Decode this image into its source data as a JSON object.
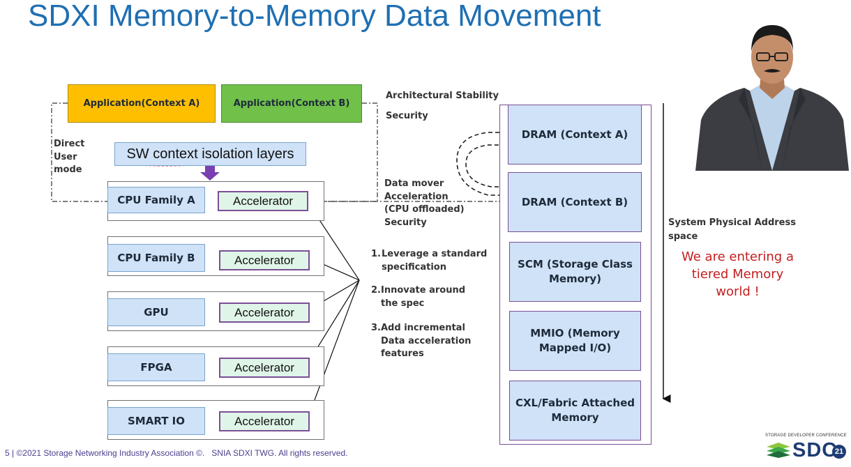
{
  "slide": {
    "title": "SDXI Memory-to-Memory Data Movement",
    "footer_left": "5 | ©2021 Storage Networking Industry Association ©.",
    "footer_right": "SNIA SDXI TWG. All rights reserved."
  },
  "apps": {
    "a": "Application(Context A)",
    "b": "Application(Context B)"
  },
  "sw_layer": "SW context isolation layers",
  "direct_user_mode": "Direct\nUser\nmode",
  "rows": [
    {
      "device": "CPU Family A",
      "accelerator": "Accelerator"
    },
    {
      "device": "CPU Family B",
      "accelerator": "Accelerator"
    },
    {
      "device": "GPU",
      "accelerator": "Accelerator"
    },
    {
      "device": "FPGA",
      "accelerator": "Accelerator"
    },
    {
      "device": "SMART IO",
      "accelerator": "Accelerator"
    }
  ],
  "annotations": {
    "arch_stability": "Architectural Stability",
    "security": "Security",
    "data_mover": "Data mover\nAcceleration\n(CPU offloaded)\nSecurity",
    "list": [
      {
        "num": "1.",
        "text": "Leverage a standard\nspecification"
      },
      {
        "num": "2.",
        "text": "Innovate around\nthe spec"
      },
      {
        "num": "3.",
        "text": "Add incremental\nData acceleration\nfeatures"
      }
    ],
    "address_space": "System Physical Address\nspace",
    "tiered": "We are entering  a\ntiered Memory\nworld !"
  },
  "memory": [
    "DRAM (Context A)",
    "DRAM (Context B)",
    "SCM (Storage Class\nMemory)",
    "MMIO (Memory\nMapped I/O)",
    "CXL/Fabric Attached\nMemory"
  ],
  "logo": {
    "caption": "STORAGE DEVELOPER CONFERENCE",
    "text": "SDC",
    "year": "21"
  },
  "colors": {
    "title": "#1f6fb2",
    "app_a": "#fdbf00",
    "app_b": "#70c04a",
    "box_fill": "#cfe2f7",
    "accelerator_fill": "#dff5e8",
    "accelerator_border": "#7a4f96",
    "highlight_text": "#c41e1e"
  }
}
